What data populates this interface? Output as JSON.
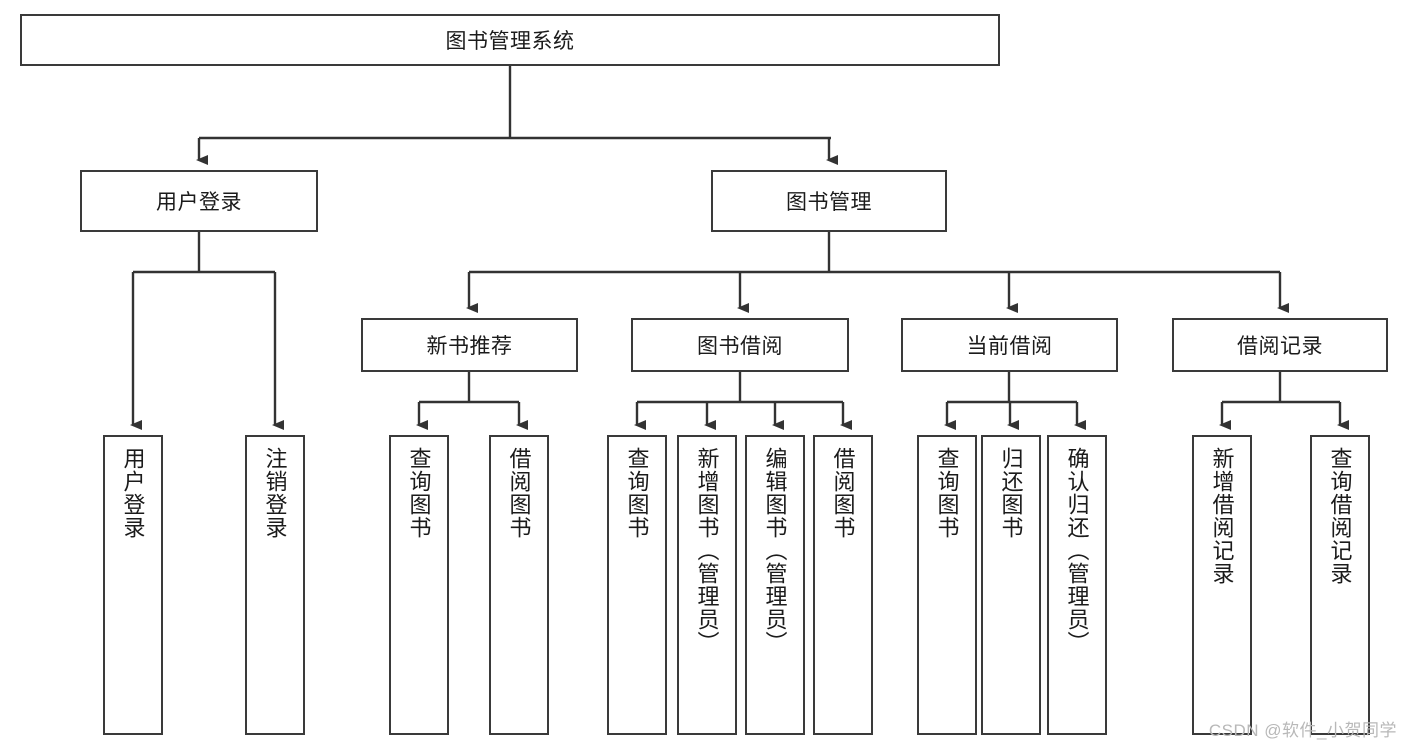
{
  "diagram": {
    "type": "tree",
    "title": "图书管理系统",
    "root": {
      "id": "root",
      "label": "图书管理系统"
    },
    "level2": [
      {
        "id": "user-login",
        "label": "用户登录"
      },
      {
        "id": "book-manage",
        "label": "图书管理"
      }
    ],
    "level3": [
      {
        "id": "new-book-recommend",
        "label": "新书推荐",
        "parent": "book-manage"
      },
      {
        "id": "book-borrow",
        "label": "图书借阅",
        "parent": "book-manage"
      },
      {
        "id": "current-borrow",
        "label": "当前借阅",
        "parent": "book-manage"
      },
      {
        "id": "borrow-record",
        "label": "借阅记录",
        "parent": "book-manage"
      }
    ],
    "leaves": [
      {
        "id": "leaf-user-login",
        "label": "用户登录",
        "parent": "user-login"
      },
      {
        "id": "leaf-logout-login",
        "label": "注销登录",
        "parent": "user-login"
      },
      {
        "id": "leaf-query-book-1",
        "label": "查询图书",
        "parent": "new-book-recommend"
      },
      {
        "id": "leaf-borrow-book-1",
        "label": "借阅图书",
        "parent": "new-book-recommend"
      },
      {
        "id": "leaf-query-book-2",
        "label": "查询图书",
        "parent": "book-borrow"
      },
      {
        "id": "leaf-add-book",
        "label": "新增图书（管理员）",
        "parent": "book-borrow"
      },
      {
        "id": "leaf-edit-book",
        "label": "编辑图书（管理员）",
        "parent": "book-borrow"
      },
      {
        "id": "leaf-borrow-book-2",
        "label": "借阅图书",
        "parent": "book-borrow"
      },
      {
        "id": "leaf-query-book-3",
        "label": "查询图书",
        "parent": "current-borrow"
      },
      {
        "id": "leaf-return-book",
        "label": "归还图书",
        "parent": "current-borrow"
      },
      {
        "id": "leaf-confirm-return",
        "label": "确认归还（管理员）",
        "parent": "current-borrow"
      },
      {
        "id": "leaf-add-record",
        "label": "新增借阅记录",
        "parent": "borrow-record"
      },
      {
        "id": "leaf-query-record",
        "label": "查询借阅记录",
        "parent": "borrow-record"
      }
    ],
    "colors": {
      "border": "#3a3a3a",
      "text": "#1b1b1b",
      "background": "#ffffff",
      "connector": "#333333",
      "watermark": "#b8b8b8"
    }
  },
  "watermark": {
    "text": "CSDN @软件_小贺同学"
  }
}
